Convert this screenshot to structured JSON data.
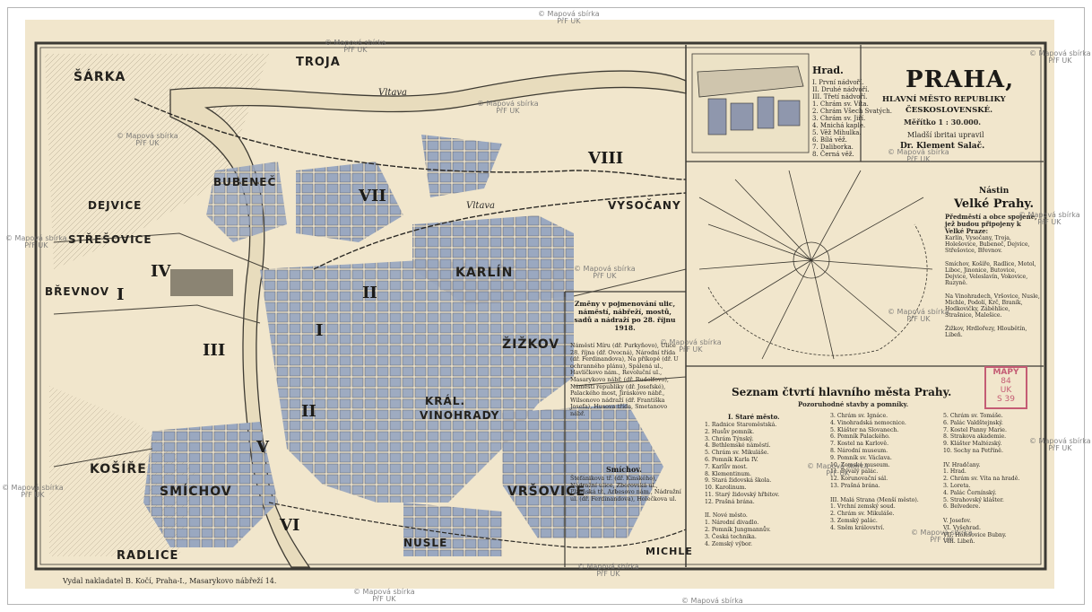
{
  "districts": {
    "sarka": "ŠÁRKA",
    "troja": "TROJA",
    "bubenec": "BUBENEČ",
    "dejvice": "DEJVICE",
    "stresovice": "STŘEŠOVICE",
    "brevnov": "BŘEVNOV",
    "vysocany": "VYSOČANY",
    "karlin": "KARLÍN",
    "zizkov": "ŽIŽKOV",
    "kral_vinohrady_1": "KRÁL.",
    "kral_vinohrady_2": "VINOHRADY",
    "kosire": "KOŠÍŘE",
    "smichov": "SMÍCHOV",
    "vrsovice": "VRŠOVICE",
    "nusle": "NUSLE",
    "michle": "MICHLE",
    "radlice": "RADLICE"
  },
  "river_labels": {
    "vltava_north": "Vltava",
    "vltava_center": "Vltava"
  },
  "roman_numerals": [
    "IV",
    "VII",
    "VIII",
    "I",
    "II",
    "III",
    "V",
    "VI",
    "II",
    "I"
  ],
  "watermark": {
    "line1": "© Mapová sbírka",
    "line2": "PřF UK"
  },
  "title_panel": {
    "title": "PRAHA,",
    "subtitle1": "HLAVNÍ MĚSTO REPUBLIKY",
    "subtitle2": "ČESKOSLOVENSKÉ.",
    "scale": "Měřítko 1 : 30.000.",
    "author_line": "Mladší ibritai upravil",
    "author": "Dr. Klement Salač."
  },
  "hrad_panel": {
    "heading": "Hrad.",
    "items": "I. První nádvoří.\nII. Druhé nádvoří.\nIII. Třetí nádvoří.\n1. Chrám sv. Víta.\n2. Chrám Všech Svatých.\n3. Chrám sv. Jiří.\n4. Mnichá kaple.\n5. Věž Mihulka.\n6. Bílá věž.\n7. Daliborka.\n8. Černá věž."
  },
  "greater_prague_panel": {
    "heading1": "Nástin",
    "heading2": "Velké Prahy.",
    "intro": "Předměstí a obce spojené,\njež budou připojeny k Velké Praze:",
    "body": "Karlín, Vysočany, Troja, Holešovice, Bubeneč, Dejvice, Střešovice, Břevnov.\n\nSmíchov, Košíře, Radlice, Motol, Liboc, Jinonice, Butovice, Dejvice, Veleslavín, Vokovice, Ruzyně.\n\nNa Vinohradech, Vršovice, Nusle, Michle, Podolí, Krč, Braník, Hodkovičky, Záběhlice, Strašnice, Malešice.\n\nŽižkov, Hrdlořezy, Hloubětín, Libeň."
  },
  "renamed_streets_panel": {
    "heading": "Změny v pojmenování ulic, náměstí, nábřeží, mostů, sadů a nádraží po 28. říjnu 1918.",
    "body": "Náměstí Míru (dř. Purkyňovo), Ulice 28. října (dř. Ovocná), Národní třída (dř. Ferdinandova), Na příkopě (dř. U ochranného plánu), Spálená ul., Havlíčkovo nám., Revoluční ul., Masarykovo nábř. (dř. Rudolfovo), Náměstí republiky (dř. Josefské), Palackého most, Jiráskovo nábř., Wilsonovo nádraží (dř. Františka Josefa), Husova třída, Smetanovo nábř."
  },
  "smichov_list": {
    "heading": "Smíchov.",
    "body": "Štefánikova tř. (dř. Kinského), Nádražní ulice, Zborovská ul., Plzeňská tř., Arbesovo nám., Nádražní ul. (dř. Ferdinandova), Holečkova ul."
  },
  "quarters_panel": {
    "heading": "Seznam čtvrtí hlavního města Prahy.",
    "subheading": "Pozoruhodné stavby a pomníky.",
    "col1_head": "I. Staré město.",
    "col1": "1. Radnice Staroměstská.\n2. Husův pomník.\n3. Chrám Týnský.\n4. Bethlemské náměstí.\n5. Chrám sv. Mikuláše.\n6. Pomník Karla IV.\n7. Karlův most.\n8. Klementinum.\n9. Stará židovská škola.\n10. Karolinum.\n11. Starý židovský hřbitov.\n12. Prašná brána.\n\nII. Nové město.\n1. Národní divadlo.\n2. Pomník Jungmannův.\n3. Česká technika.\n4. Zemský výbor.",
    "col2": "3. Chrám sv. Ignáce.\n4. Vinohradská nemocnice.\n5. Klášter na Slovanech.\n6. Pomník Palackého.\n7. Kostel na Karlově.\n8. Národní museum.\n9. Pomník sv. Václava.\n10. Zemské museum.\n11. Bývalý palác.\n12. Korunovační sál.\n13. Prašná brána.\n\nIII. Malá Strana (Menší město).\n1. Vrchní zemský soud.\n2. Chrám sv. Mikuláše.\n3. Zemský palác.\n4. Sněm království.",
    "col3": "5. Chrám sv. Tomáše.\n6. Palác Valdštejnský.\n7. Kostel Panny Marie.\n8. Strakova akademie.\n9. Klášter Maltézský.\n10. Sochy na Petříně.\n\nIV. Hradčany.\n1. Hrad.\n2. Chrám sv. Víta na hradě.\n3. Loreta.\n4. Palác Černínský.\n5. Strahovský klášter.\n6. Belvedere.\n\nV. Josefov.\nVI. Vyšehrad.\nVII. Holešovice Bubny.\nVIII. Libeň."
  },
  "stamp": {
    "line1": "MAPY",
    "line2": "84",
    "line3": "UK",
    "line4": "S 39"
  },
  "footer": "Vydal nakladatel B. Kočí, Praha-I., Masarykovo nábřeží 14."
}
